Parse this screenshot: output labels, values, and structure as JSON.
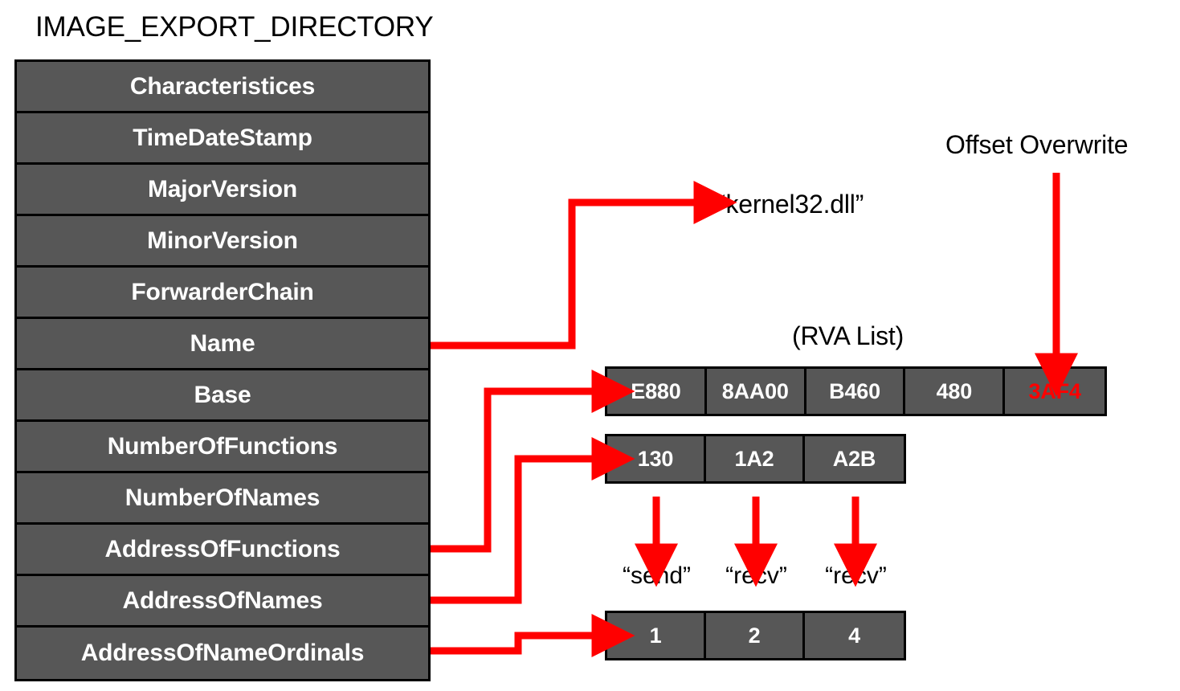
{
  "diagram": {
    "title": "IMAGE_EXPORT_DIRECTORY",
    "struct_fields": [
      {
        "label": "Characteristices"
      },
      {
        "label": "TimeDateStamp"
      },
      {
        "label": "MajorVersion"
      },
      {
        "label": "MinorVersion"
      },
      {
        "label": "ForwarderChain"
      },
      {
        "label": "Name"
      },
      {
        "label": "Base"
      },
      {
        "label": "NumberOfFunctions"
      },
      {
        "label": "NumberOfNames"
      },
      {
        "label": "AddressOfFunctions"
      },
      {
        "label": "AddressOfNames"
      },
      {
        "label": "AddressOfNameOrdinals"
      }
    ],
    "dll_name": "“kernel32.dll”",
    "rva_list_caption": "(RVA List)",
    "offset_overwrite_label": "Offset Overwrite",
    "address_of_functions_values": [
      {
        "value": "E880",
        "highlighted": false
      },
      {
        "value": "8AA00",
        "highlighted": false
      },
      {
        "value": "B460",
        "highlighted": false
      },
      {
        "value": "480",
        "highlighted": false
      },
      {
        "value": "3AF4",
        "highlighted": true
      }
    ],
    "address_of_names_values": [
      {
        "value": "130"
      },
      {
        "value": "1A2"
      },
      {
        "value": "A2B"
      }
    ],
    "function_names": [
      {
        "value": "“send”"
      },
      {
        "value": "“recv”"
      },
      {
        "value": "“recv”"
      }
    ],
    "name_ordinals_values": [
      {
        "value": "1"
      },
      {
        "value": "2"
      },
      {
        "value": "4"
      }
    ],
    "colors": {
      "cell_fill": "#575757",
      "border": "#000000",
      "arrow": "#ff0000",
      "highlight_text": "#ff0000",
      "cell_text": "#ffffff",
      "label_text": "#000000",
      "background": "#ffffff"
    }
  }
}
